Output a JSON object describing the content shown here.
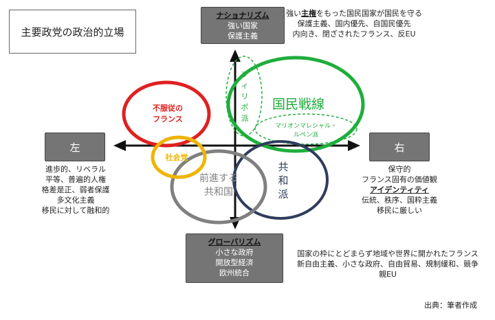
{
  "title": "主要政党の政治的立場",
  "axes": {
    "top": {
      "label": "ナショナリズム",
      "items": [
        "強い国家",
        "保護主義"
      ]
    },
    "bottom": {
      "label": "グローバリズム",
      "items": [
        "小さな政府",
        "開放型経済",
        "欧州統合"
      ]
    },
    "left": {
      "label": "左"
    },
    "right": {
      "label": "右"
    }
  },
  "notes": {
    "top_right": {
      "line1_pre": "強い",
      "line1_bold": "主権",
      "line1_post": "をもった国民国家が国民を守る",
      "line2": "保護主義、国内優先、自国民優先",
      "line3": "内向き、閉ざされたフランス、反EU"
    },
    "left": [
      "進歩的、リベラル",
      "平等、普遍的人権",
      "格差是正、弱者保護",
      "多文化主義",
      "移民に対して融和的"
    ],
    "right": {
      "line1": "保守的",
      "line2": "フランス固有の価値観",
      "line3_bold": "アイデンティティ",
      "line4": "伝統、秩序、国粋主義",
      "line5": "移民に厳しい"
    },
    "bottom_right": [
      "国家の枠にとどまらず地域や世界に開かれたフランス",
      "新自由主義、小さな政府、自由貿易、規制緩和、競争",
      "親EU"
    ]
  },
  "parties": {
    "lfi": {
      "line1": "不服従の",
      "line2": "フランス",
      "color": "#e02020"
    },
    "ps": {
      "label": "社会党",
      "color": "#f0b400"
    },
    "lrem": {
      "line1": "前進する",
      "line2": "共和国",
      "color": "#808080"
    },
    "lr": {
      "line1": "共",
      "line2": "和",
      "line3": "派",
      "color": "#2f3d5c"
    },
    "rn": {
      "label": "国民戦線",
      "color": "#1fae3c"
    },
    "philippot": {
      "chars": [
        "フ",
        "ィ",
        "リ",
        "ポ",
        "派"
      ],
      "color": "#1fae3c"
    },
    "marion": {
      "line1": "マリオンマレシャル・",
      "line2": "ルペン派",
      "color": "#1fae3c"
    }
  },
  "credit": "出典：筆者作成"
}
